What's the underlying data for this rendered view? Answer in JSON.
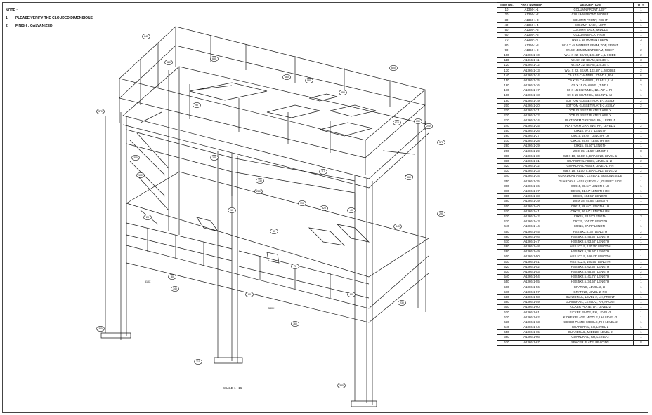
{
  "notes": {
    "heading": "NOTE :",
    "items": [
      {
        "num": "1.",
        "text": "PLEASE VERIFY THE CLOUDED DIMENSIONS."
      },
      {
        "num": "2.",
        "text": "FINISH : GALVANIZED."
      }
    ]
  },
  "bom": {
    "headers": [
      "ITEM NO.",
      "PART NUMBER",
      "DESCRIPTION",
      "QTY."
    ],
    "rows": [
      [
        "10",
        "A1366-1-1",
        "COLUMN FRONT, LEFT",
        "1"
      ],
      [
        "20",
        "A1366-1-2",
        "COLUMN FRONT, MIDDLE",
        "1"
      ],
      [
        "30",
        "A1366-1-3",
        "COLUMN FRONT, RIGHT",
        "1"
      ],
      [
        "40",
        "A1366-1-4",
        "COLUMN BACK, LEFT",
        "1"
      ],
      [
        "50",
        "A1366-1-5",
        "COLUMN BACK, MIDDLE",
        "1"
      ],
      [
        "60",
        "A1366-1-6",
        "COLUMN BACK, RIGHT",
        "1"
      ],
      [
        "70",
        "A1366-1-7",
        "W14 X 48 MOMENT BEAM",
        "3"
      ],
      [
        "80",
        "A1366-1-8",
        "W14 X 48 MOMENT BEAM, TOP, FRONT",
        "1"
      ],
      [
        "90",
        "A1366-1-9",
        "W14 X 48 MOMENT BEAM, RIGHT",
        "2"
      ],
      [
        "100",
        "A1366-1-10",
        "W14 X 22, BEAM, 103.43\" L, LH SIDE",
        "2"
      ],
      [
        "110",
        "A1366-1-11",
        "W14 X 22, BEAM, 119.34\" L",
        "3"
      ],
      [
        "120",
        "A1366-1-12",
        "W14 X 22, BEAM, 119.34\" L",
        "1"
      ],
      [
        "130",
        "A1366-1-13",
        "W14 X 22, BEAM, 103.68\" L, MIDDLE",
        "2"
      ],
      [
        "140",
        "A1366-1-14",
        "C9 X 15 CHANNEL, 27.64\" L, RH",
        "6"
      ],
      [
        "150",
        "A1366-1-15",
        "C9 X 15 CHANNEL, 27.64\" L, LH",
        "6"
      ],
      [
        "160",
        "A1366-1-16",
        "C9 X 15 CHANNEL, 7.53\" L",
        "2"
      ],
      [
        "170",
        "A1366-1-17",
        "C9 X 15 CHANNEL, 124.72\" L, RH",
        "1"
      ],
      [
        "180",
        "A1366-1-18",
        "C9 X 15 CHANNEL, 124.72\" L, LH",
        "1"
      ],
      [
        "190",
        "A1366-1-19",
        "BOTTOM GUSSET PLATE-1 ASSLY",
        "2"
      ],
      [
        "200",
        "A1366-1-20",
        "BOTTOM GUSSET PLATE-2 ASSLY",
        "2"
      ],
      [
        "210",
        "A1366-1-21",
        "TOP GUSSET PLATE-1 ASSLY",
        "1"
      ],
      [
        "220",
        "A1366-1-22",
        "TOP GUSSET PLATE-2 ASSLY",
        "1"
      ],
      [
        "230",
        "A1366-1-24",
        "PLATFORM GRATING, RH, LEVEL-1",
        "1"
      ],
      [
        "240",
        "A1366-1-25",
        "PLATFORM GRATING, RH, LEVEL-2",
        "2"
      ],
      [
        "250",
        "A1366-1-26",
        "C9X15, 97.77\" LENGTH",
        "1"
      ],
      [
        "260",
        "A1366-1-27",
        "C9X15, 29.64\" LENGTH, LH",
        "1"
      ],
      [
        "270",
        "A1366-1-28",
        "C9X15, 29.64\" LENGTH, RH",
        "1"
      ],
      [
        "280",
        "A1366-1-29",
        "C9X15, 35.50\" LENGTH",
        "1"
      ],
      [
        "290",
        "A1366-1-29",
        "W8 X 15, 41.50\" LENGTH",
        "8"
      ],
      [
        "300",
        "A1366-1-30",
        "W8 X 18, 72.06\" L, BRACING, LEVEL-1",
        "1"
      ],
      [
        "310",
        "A1366-1-31",
        "GUARDRAIL ASSLY, LEVEL-1, LH",
        "2"
      ],
      [
        "320",
        "A1366-1-32",
        "GUARDRAIL ASSLY, LEVEL-1, RH",
        "1"
      ],
      [
        "330",
        "A1366-1-33",
        "W8 X 18, 91.00\" L, BRACING, LEVEL-2",
        "2"
      ],
      [
        "340",
        "A1366-1-34",
        "GUARDRAIL ASSLY, LEVEL-1, BRACING SIDE",
        "1"
      ],
      [
        "350",
        "A1366-1-35",
        "GUARDRAIL ASSLY, LEVEL-1, GUSSET SIDE",
        "1"
      ],
      [
        "360",
        "A1366-1-36",
        "C9X15, 31.64\" LENGTH, LH",
        "1"
      ],
      [
        "370",
        "A1366-1-37",
        "C9X15, 31.64\" LENGTH, RH",
        "1"
      ],
      [
        "380",
        "A1366-1-38",
        "C9X15, 104.66\" LENGTH",
        "1"
      ],
      [
        "390",
        "A1366-1-39",
        "W8 X 18, 45.84\" LENGTH",
        "1"
      ],
      [
        "400",
        "A1366-1-40",
        "C9X15, 86.64\" LENGTH, LH",
        "1"
      ],
      [
        "410",
        "A1366-1-41",
        "C9X15, 86.64\" LENGTH, RH",
        "1"
      ],
      [
        "420",
        "A1366-1-42",
        "C9X15, 33.67\" LENGTH",
        "3"
      ],
      [
        "430",
        "A1366-1-43",
        "C9X15, 104.77\" LENGTH",
        "1"
      ],
      [
        "440",
        "A1366-1-44",
        "C9X15, 37.79\" LENGTH",
        "1"
      ],
      [
        "450",
        "A1366-1-45",
        "HSS 5X2.5, 32\" LENGTH",
        "2"
      ],
      [
        "460",
        "A1366-1-46",
        "HSS 5X2.5, 45.50\" LENGTH",
        "2"
      ],
      [
        "470",
        "A1366-1-47",
        "HSS 5X2.5, 93.50\" LENGTH",
        "1"
      ],
      [
        "480",
        "A1366-1-48",
        "HSS 5X2.5, 120.25\" LENGTH",
        "1"
      ],
      [
        "490",
        "A1366-1-49",
        "HSS 5X2.5, 36.50\" LENGTH",
        "1"
      ],
      [
        "500",
        "A1366-1-50",
        "HSS 5X2.5, 106.43\" LENGTH",
        "1"
      ],
      [
        "510",
        "A1366-1-51",
        "HSS 5X2.5, 100.50\" LENGTH",
        "1"
      ],
      [
        "520",
        "A1366-1-52",
        "HSS 5X2.5, 62.50\" LENGTH",
        "2"
      ],
      [
        "530",
        "A1366-1-53",
        "HSS 5X2.5, 95.50\" LENGTH",
        "2"
      ],
      [
        "540",
        "A1366-1-54",
        "HSS 5X2.5, 41.75\" LENGTH",
        "1"
      ],
      [
        "550",
        "A1366-1-55",
        "HSS 5X2.5, 34.50\" LENGTH",
        "1"
      ],
      [
        "560",
        "A1366-1-56",
        "GRATING, LEVEL-2, LH",
        "1"
      ],
      [
        "570",
        "A1366-1-57",
        "GRATING, LEVEL-2, RH",
        "1"
      ],
      [
        "580",
        "A1366-1-58",
        "GUARDRAIL, LEVEL-2, LH, FRONT",
        "1"
      ],
      [
        "590",
        "A1366-1-59",
        "GUARDRAIL, LEVEL-2, RH, FRONT",
        "1"
      ],
      [
        "600",
        "A1366-1-60",
        "KICKER PLATE, LH, LEVEL-2",
        "1"
      ],
      [
        "610",
        "A1366-1-61",
        "KICKER PLATE, RH, LEVEL-2",
        "1"
      ],
      [
        "620",
        "A1366-1-62",
        "KICKER PLATE, MIDDLE, LH, LEVEL-2",
        "1"
      ],
      [
        "630",
        "A1366-1-63",
        "KICKER PLATE, MIDDLE, RH, LEVEL-2",
        "1"
      ],
      [
        "640",
        "A1366-1-64",
        "GUARDRAIL, LH, LEVEL-2",
        "1"
      ],
      [
        "650",
        "A1366-1-65",
        "GUARDRAIL, MIDDLE, LEVEL-2",
        "1"
      ],
      [
        "660",
        "A1366-1-66",
        "GUARDRAIL, RH, LEVEL-2",
        "1"
      ],
      [
        "670",
        "A1366-1-67",
        "SPACER PLATE, BRACING",
        "8"
      ]
    ]
  },
  "balloons": [
    "640",
    "650",
    "620",
    "660",
    "580",
    "600",
    "590",
    "630",
    "610",
    "570",
    "560",
    "560",
    "390",
    "540",
    "280",
    "320",
    "290",
    "300",
    "370",
    "340",
    "310",
    "350",
    "330",
    "360",
    "230",
    "240",
    "130",
    "120",
    "110",
    "10",
    "20",
    "30",
    "40",
    "50",
    "60",
    "70",
    "80",
    "90",
    "100"
  ],
  "balloon_qty": [
    "510X",
    "530X"
  ],
  "scale_label": "SCALE 1 : 16",
  "colors": {
    "line": "#1a1a1a",
    "cloud": "#333333"
  }
}
